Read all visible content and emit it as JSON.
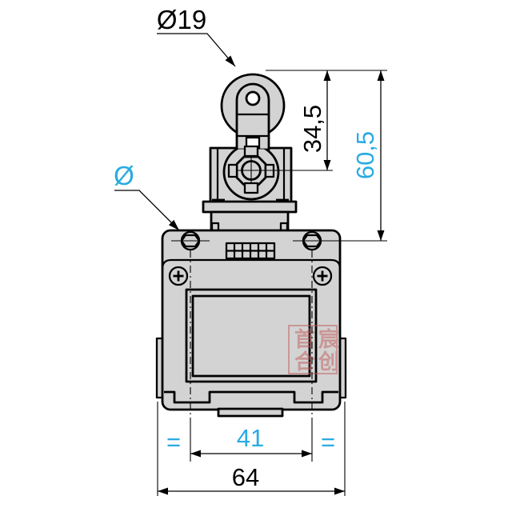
{
  "drawing_type": "limit-switch dimensional engineering drawing, front view",
  "colors": {
    "accent": "#29ABE2",
    "line": "#000000",
    "part-fill": "#D3D3D3",
    "part-stroke": "#000000",
    "watermark": "#C25B5B",
    "background": "#FFFFFF"
  },
  "annotations": {
    "roller_diameter": "Ø19",
    "roller_to_shaft_height": "34,5",
    "overall_head_height": "60,5",
    "mounting_hole_diameter": "Ø",
    "equal_left": "=",
    "mounting_hole_spacing": "41",
    "equal_right": "=",
    "overall_width": "64"
  },
  "watermark": {
    "row1": "首宸",
    "row2": "合创"
  }
}
